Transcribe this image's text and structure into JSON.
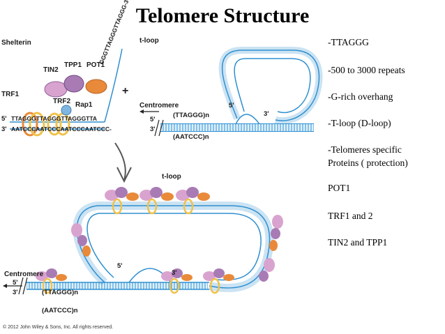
{
  "title": "Telomere Structure",
  "bullets": [
    "-TTAGGG",
    "-500 to 3000 repeats",
    "-G-rich overhang",
    "-T-loop  (D-loop)",
    "-Telomeres specific",
    "Proteins ( protection)",
    "POT1",
    "TRF1 and 2",
    "TIN2 and TPP1"
  ],
  "labels": {
    "shelterin": "Shelterin",
    "tin2": "TIN2",
    "tpp1": "TPP1",
    "pot1": "POT1",
    "trf1": "TRF1",
    "trf2": "TRF2",
    "rap1": "Rap1",
    "plus": "+",
    "tloop_top": "t-loop",
    "tloop_bottom": "t-loop",
    "centromere_top": "Centromere",
    "centromere_bottom": "Centromere",
    "overhang": "GGGTTAGGGTTAGGG-3'",
    "seq_left_top": "TTAGGGTTAGGGTTAGGGTTA",
    "seq_left_bottom": "AATCCCAATCCCAATCCCAATCCC-",
    "five_prime": "5'",
    "three_prime": "3'",
    "ttaggg_n": "(TTAGGG)n",
    "aatccc_n": "(AATCCC)n"
  },
  "copyright": "© 2012 John Wiley & Sons, Inc. All rights reserved.",
  "colors": {
    "dna_blue": "#2e8fd0",
    "dna_light": "#bfe3f7",
    "protein_purple": "#a97bb5",
    "protein_pink": "#d9a3cf",
    "protein_orange": "#e98a3a",
    "protein_yellow": "#f0c24a",
    "protein_blue": "#7fb6e0"
  }
}
